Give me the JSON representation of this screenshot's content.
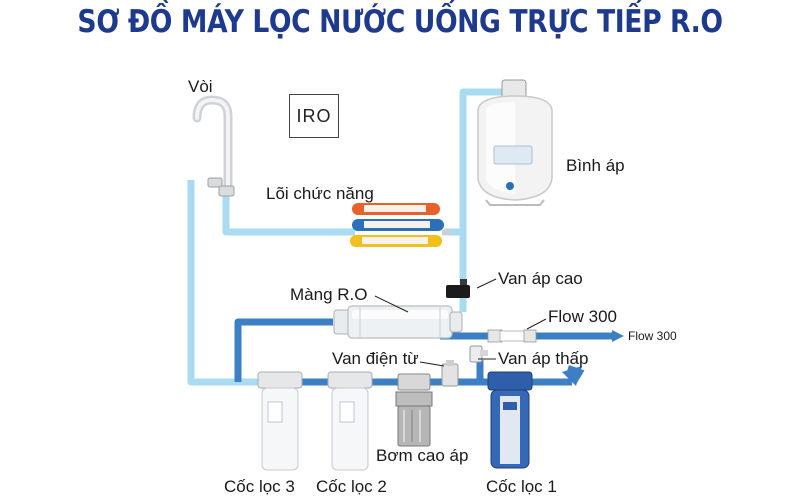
{
  "title": "SƠ ĐỒ MÁY LỌC NƯỚC UỐNG TRỰC TIẾP R.O",
  "brand": "IRO",
  "labels": {
    "faucet": "Vòi",
    "functional_cores": "Lõi chức năng",
    "pressure_tank": "Bình áp",
    "ro_membrane": "Màng R.O",
    "high_pressure_valve": "Van áp cao",
    "flow": "Flow 300",
    "flow_outlet": "Flow 300",
    "solenoid_valve": "Van điện từ",
    "low_pressure_valve": "Van áp thấp",
    "booster_pump": "Bơm cao áp",
    "filter_3": "Cốc lọc 3",
    "filter_2": "Cốc lọc 2",
    "filter_1": "Cốc lọc 1"
  },
  "colors": {
    "title": "#1e3a8f",
    "pure_water_pipe": "#a9dcf3",
    "feed_water_pipe": "#3d7fc4",
    "core_orange": "#e8612a",
    "core_blue": "#2a6fb8",
    "core_yellow": "#f2bf1c"
  },
  "icons": [
    "faucet-icon",
    "pressure-tank-icon",
    "functional-cores-icon",
    "ro-membrane-icon",
    "high-pressure-valve-icon",
    "flow-restrictor-icon",
    "solenoid-valve-icon",
    "low-pressure-valve-icon",
    "booster-pump-icon",
    "filter-housing-icon",
    "arrow-right-icon"
  ]
}
